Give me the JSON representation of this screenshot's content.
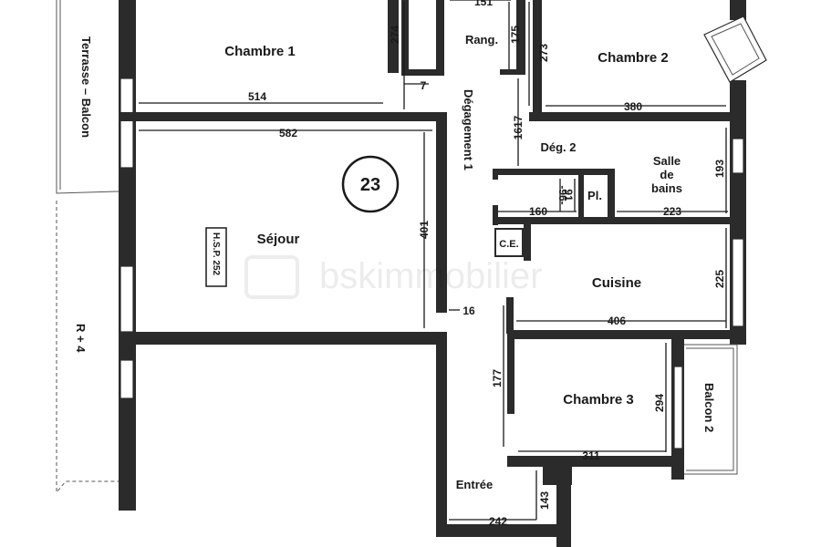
{
  "rooms": {
    "chambre1": "Chambre 1",
    "chambre2": "Chambre 2",
    "chambre3": "Chambre 3",
    "sejour": "Séjour",
    "cuisine": "Cuisine",
    "salle_de_bains": [
      "Salle",
      "de",
      "bains"
    ],
    "rang": "Rang.",
    "degagement1": "Dégagement 1",
    "deg2": "Dég. 2",
    "pl": "Pl.",
    "ce": "C.E.",
    "entree": "Entrée",
    "terrasse": "Terrasse – Balcon",
    "balcon2": "Balcon 2",
    "r4": "R + 4",
    "hsp": "H.S.P. 252"
  },
  "lot_number": "23",
  "watermark": "bskimmobilier",
  "dimensions": {
    "d514": "514",
    "d274": "274",
    "d7": "7",
    "d151": "151",
    "d175": "175",
    "d273": "273",
    "d380": "380",
    "d582": "582",
    "d1617": "1617",
    "d96": "-96-",
    "d91": "91",
    "d193": "193",
    "d160": "160",
    "d223": "223",
    "d401": "401",
    "d16": "16",
    "d225": "225",
    "d406": "406",
    "d177": "177",
    "d294": "294",
    "d311": "311",
    "d143": "143",
    "d242": "242"
  },
  "colors": {
    "wall": "#2b2b2b",
    "ink": "#1a1a1a"
  }
}
